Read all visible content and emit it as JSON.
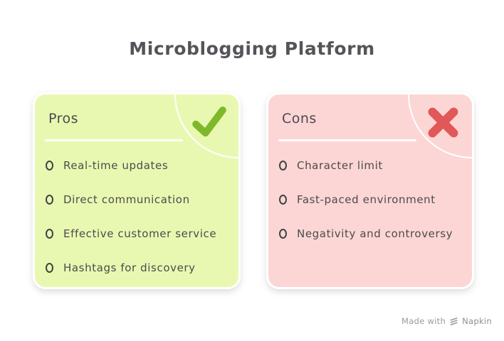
{
  "title": "Microblogging Platform",
  "pros": {
    "title": "Pros",
    "badge": "checkmark",
    "items": [
      "Real-time updates",
      "Direct communication",
      "Effective customer service",
      "Hashtags for discovery"
    ],
    "colors": {
      "background": "#e9f8b1",
      "accent": "#7fb82a"
    }
  },
  "cons": {
    "title": "Cons",
    "badge": "cross",
    "items": [
      "Character limit",
      "Fast-paced environment",
      "Negativity and controversy"
    ],
    "colors": {
      "background": "#fcd6d5",
      "accent": "#e15858"
    }
  },
  "footer": {
    "made_with": "Made with",
    "brand": "Napkin"
  },
  "text_colors": {
    "title": "#575359",
    "body": "#4c4b4b",
    "watermark": "#9a9a9a"
  }
}
